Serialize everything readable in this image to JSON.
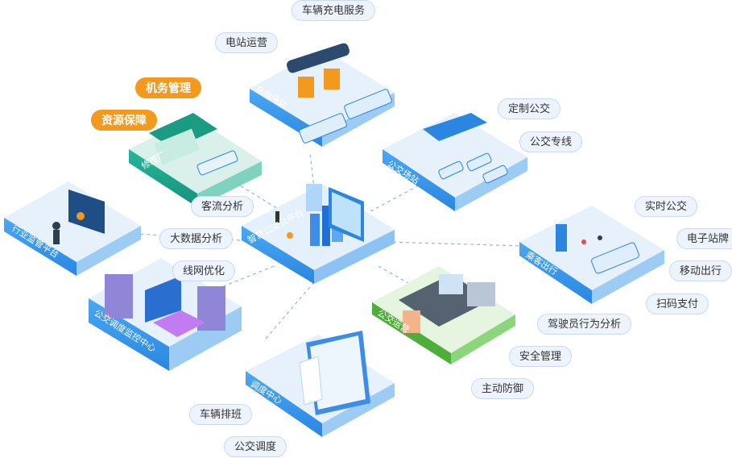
{
  "colors": {
    "primary": "#2f8fe8",
    "tile_top": "#dcecfb",
    "tile_side": "#3aa0f0",
    "accent": "#f39a1e",
    "pill_bg": "#eef4fd"
  },
  "center": {
    "label": "智慧公交云平台"
  },
  "zones": {
    "charging_station": "充电场站",
    "repair_factory": "修理厂",
    "bus_station": "公交场站",
    "industry_platform": "行业监管平台",
    "passenger_travel": "乘客出行",
    "dispatch_center": "公交调度监控中心",
    "bus_operation": "公交运营",
    "scheduling": "调度中心"
  },
  "tags": {
    "vehicle_charging": "车辆充电服务",
    "station_operation": "电站运营",
    "fleet_management": "机务管理",
    "resource_support": "资源保障",
    "custom_bus": "定制公交",
    "bus_lane": "公交专线",
    "passenger_flow": "客流分析",
    "big_data": "大数据分析",
    "route_optimization": "线网优化",
    "realtime_bus": "实时公交",
    "e_stop": "电子站牌",
    "mobile_travel": "移动出行",
    "qr_payment": "扫码支付",
    "driver_behavior": "驾驶员行为分析",
    "safety_management": "安全管理",
    "active_defense": "主动防御",
    "vehicle_scheduling": "车辆排班",
    "bus_dispatch": "公交调度"
  }
}
